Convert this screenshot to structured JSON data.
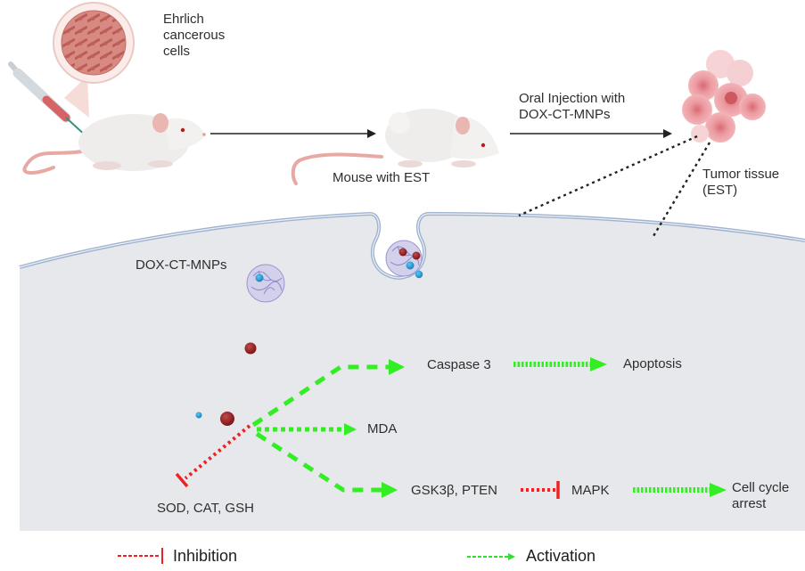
{
  "figure": {
    "top_row": {
      "cells_label": "Ehrlich\ncancerous\ncells",
      "mouse_est_label": "Mouse with EST",
      "injection_label": "Oral Injection with\nDOX-CT-MNPs",
      "tumor_label": "Tumor tissue\n(EST)"
    },
    "cell": {
      "nanoparticle_label": "DOX-CT-MNPs"
    },
    "pathway": {
      "caspase": "Caspase 3",
      "apoptosis": "Apoptosis",
      "mda": "MDA",
      "gsk": "GSK3β, PTEN",
      "mapk": "MAPK",
      "cell_cycle": "Cell cycle\narrest",
      "antioxidants": "SOD, CAT, GSH"
    },
    "legend": {
      "inhibition": "Inhibition",
      "activation": "Activation"
    },
    "colors": {
      "activation": "#33ee22",
      "inhibition": "#ee2222",
      "cell_fill": "#e7e8ec",
      "membrane": "#9fb3cf",
      "dox_particle": "#8e1f1f",
      "blue_particle": "#1b9bd7",
      "tumor": "#e98a8f"
    }
  }
}
